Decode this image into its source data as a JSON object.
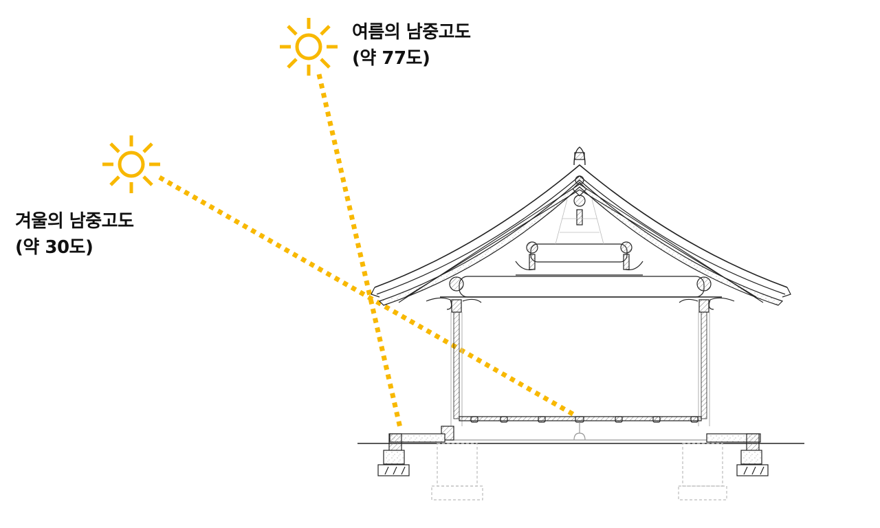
{
  "colors": {
    "sun": "#F8B800",
    "ray": "#F8B800",
    "text": "#111111",
    "line": "#222222",
    "hatch": "#888888",
    "faint": "#BBBBBB"
  },
  "summer": {
    "title": "여름의 남중고도",
    "angle_text": "(약 77도)",
    "icon": "sun-icon"
  },
  "winter": {
    "title": "겨울의 남중고도",
    "angle_text": "(약 30도)",
    "icon": "sun-icon"
  },
  "building": {
    "description": "Traditional Korean house (hanok) cross-section with curved tiled roof, columns, raised floor, and stone foundations"
  }
}
